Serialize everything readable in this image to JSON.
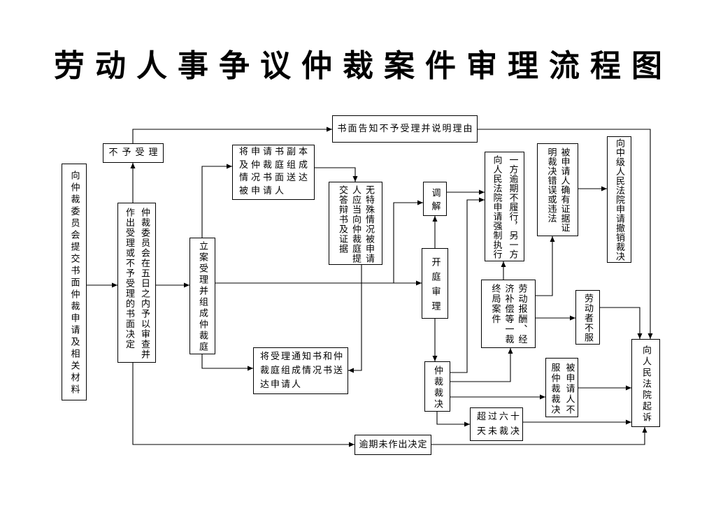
{
  "title": "劳动人事争议仲裁案件审理流程图",
  "nodes": {
    "submit": {
      "lines": [
        "向仲裁委员会提交书面仲裁申请及相关材料"
      ]
    },
    "review": {
      "lines": [
        "仲裁委员会在五日之内予以审查并",
        "作出受理或不予受理的书面决定"
      ]
    },
    "reject": {
      "lines": [
        "不予受理"
      ]
    },
    "notify_reject": {
      "lines": [
        "书面告知不予受理并说明理由"
      ]
    },
    "accept": {
      "lines": [
        "立案受理并组成仲裁庭"
      ]
    },
    "serve_respondent": {
      "lines": [
        "将申请书副本",
        "及仲裁庭组成",
        "情况书面送达",
        "被申请人"
      ]
    },
    "defense": {
      "lines": [
        "无特殊情况被申请",
        "人应当向仲裁庭提",
        "交答辩书及证据"
      ]
    },
    "serve_applicant": {
      "lines": [
        "将受理通知书和仲",
        "裁庭组成情况书送",
        "达申请人"
      ]
    },
    "mediation": {
      "lines": [
        "调解"
      ]
    },
    "hearing": {
      "lines": [
        "开庭审理"
      ]
    },
    "award": {
      "lines": [
        "仲裁裁决"
      ]
    },
    "enforce": {
      "lines": [
        "一方逾期不履行，另一方",
        "向人民法院申请强制执行"
      ]
    },
    "final_award": {
      "lines": [
        "劳动报酬、经",
        "济补偿等一裁",
        "终局案件"
      ]
    },
    "evidence_error": {
      "lines": [
        "被申请人确有证据证",
        "明裁决错误或违法"
      ]
    },
    "revoke": {
      "lines": [
        "向中级人民法院申请撤销裁决"
      ]
    },
    "worker_disagree": {
      "lines": [
        "劳动者不服"
      ]
    },
    "respondent_disagree": {
      "lines": [
        "被申请人不",
        "服仲裁裁决"
      ]
    },
    "sue": {
      "lines": [
        "向人民法院起诉"
      ]
    },
    "overdue_award": {
      "lines": [
        "超过六十",
        "天未裁决"
      ]
    },
    "overdue_decision": {
      "lines": [
        "逾期未作出决定"
      ]
    }
  }
}
